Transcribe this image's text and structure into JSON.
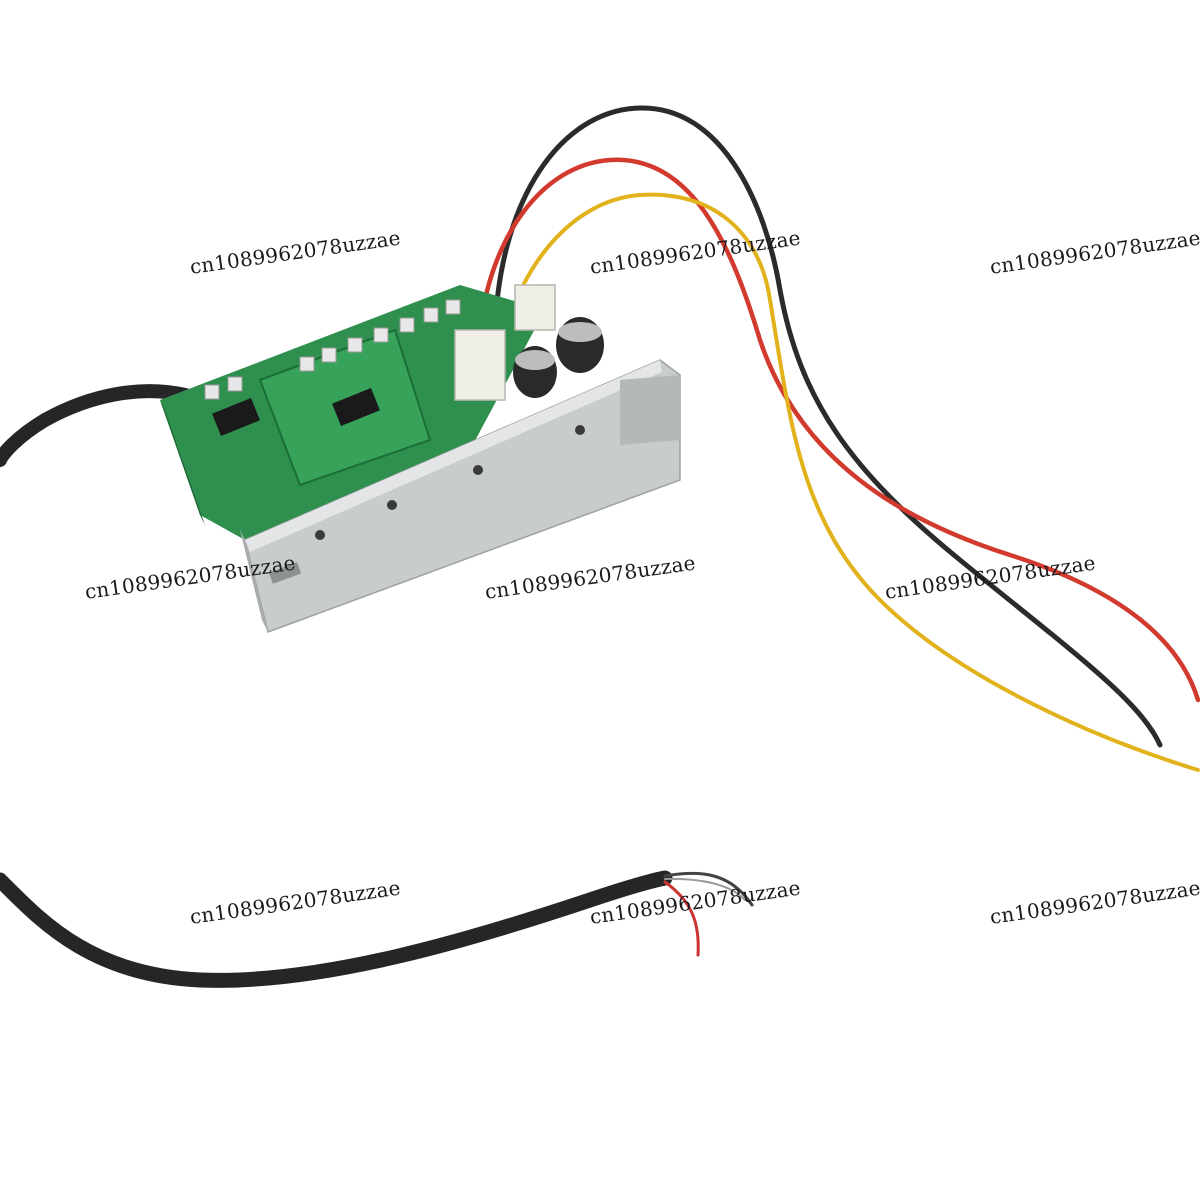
{
  "watermarks": [
    "cn1089962078uzzae",
    "cn1089962078uzzae",
    "cn1089962078uzzae",
    "cn1089962078uzzae",
    "cn1089962078uzzae",
    "cn1089962078uzzae",
    "cn1089962078uzzae",
    "cn1089962078uzzae",
    "cn1089962078uzzae"
  ],
  "colors": {
    "background": "#ffffff",
    "pcb": "#2f8f4e",
    "heatsink": "#c9cccd",
    "wire_black": "#2b2b2b",
    "wire_red": "#d23a2e",
    "wire_yellow": "#e2b21c",
    "cable": "#262626",
    "capacitor": "#2a2a2a"
  }
}
